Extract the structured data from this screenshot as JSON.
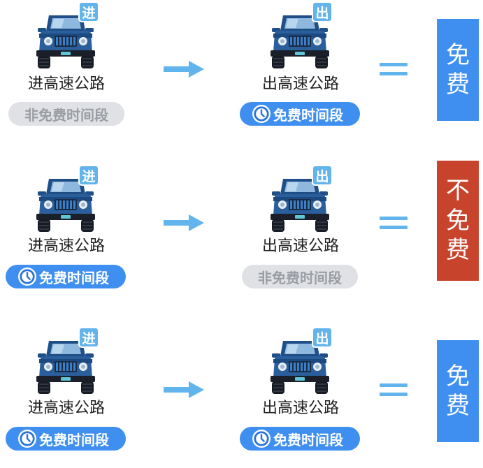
{
  "colors": {
    "free_result": "#3f8ff0",
    "paid_result": "#c8432c",
    "free_pill": "#3f8ff0",
    "nonfree_pill": "#dfe1e4",
    "arrow": "#62b5ec",
    "badge": "#63b4ea"
  },
  "rows": [
    {
      "entry": {
        "badge": "进",
        "label": "进高速公路",
        "period": "非免费时间段"
      },
      "exit": {
        "badge": "出",
        "label": "出高速公路",
        "period": "免费时间段"
      },
      "result": [
        "免",
        "费"
      ]
    },
    {
      "entry": {
        "badge": "进",
        "label": "进高速公路",
        "period": "免费时间段"
      },
      "exit": {
        "badge": "出",
        "label": "出高速公路",
        "period": "非免费时间段"
      },
      "result": [
        "不",
        "免",
        "费"
      ]
    },
    {
      "entry": {
        "badge": "进",
        "label": "进高速公路",
        "period": "免费时间段"
      },
      "exit": {
        "badge": "出",
        "label": "出高速公路",
        "period": "免费时间段"
      },
      "result": [
        "免",
        "费"
      ]
    }
  ]
}
